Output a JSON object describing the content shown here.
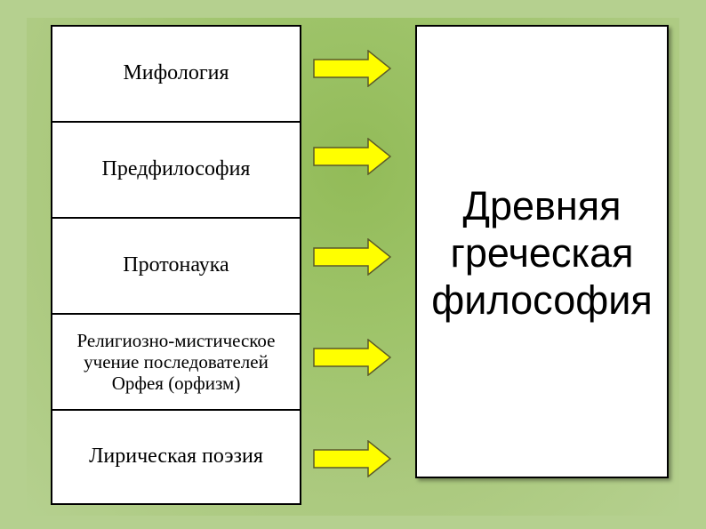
{
  "colors": {
    "background": "#b5d08f",
    "center_glow": "#92bb58",
    "box_fill": "#ffffff",
    "box_border": "#000000",
    "arrow_fill": "#ffff00",
    "arrow_stroke": "#5a5a2a"
  },
  "sources": [
    {
      "label": "Мифология"
    },
    {
      "label": "Предфилософия"
    },
    {
      "label": "Протонаука"
    },
    {
      "label": "Религиозно-мистическое учение последователей Орфея (орфизм)"
    },
    {
      "label": "Лирическая поэзия"
    }
  ],
  "target": {
    "label": "Древняя греческая философия"
  }
}
